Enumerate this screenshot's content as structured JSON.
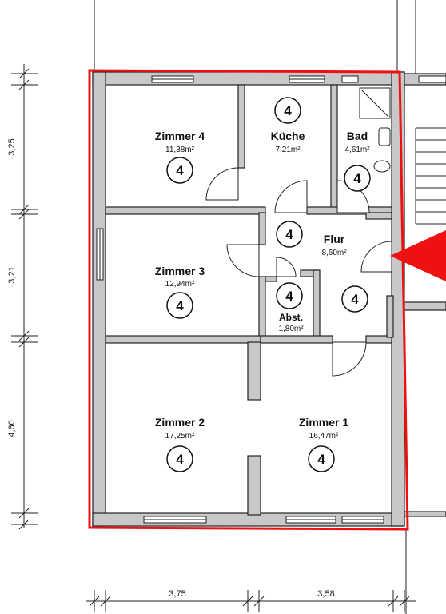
{
  "rooms": {
    "zimmer4": {
      "name": "Zimmer 4",
      "area": "11,38m²",
      "badge": "4"
    },
    "kueche": {
      "name": "Küche",
      "area": "7,21m²",
      "badge": "4"
    },
    "bad": {
      "name": "Bad",
      "area": "4,61m²",
      "badge": "4"
    },
    "flur": {
      "name": "Flur",
      "area": "8,60m²",
      "badge_upper": "4",
      "badge_lower": "4"
    },
    "zimmer3": {
      "name": "Zimmer 3",
      "area": "12,94m²",
      "badge": "4"
    },
    "abst": {
      "name": "Abst.",
      "area": "1,80m²",
      "badge": "4"
    },
    "zimmer2": {
      "name": "Zimmer 2",
      "area": "17,25m²",
      "badge": "4"
    },
    "zimmer1": {
      "name": "Zimmer 1",
      "area": "16,47m²",
      "badge": "4"
    }
  },
  "dimensions": {
    "left": [
      "3,25",
      "3,21",
      "4,60"
    ],
    "bottom": [
      "3,75",
      "3,58"
    ]
  },
  "colors": {
    "outline": "#ee1111",
    "entrance_arrow": "#ee1111",
    "wall_fill": "#c8c8c8"
  },
  "icons": {
    "entrance": "entrance-arrow-icon"
  }
}
